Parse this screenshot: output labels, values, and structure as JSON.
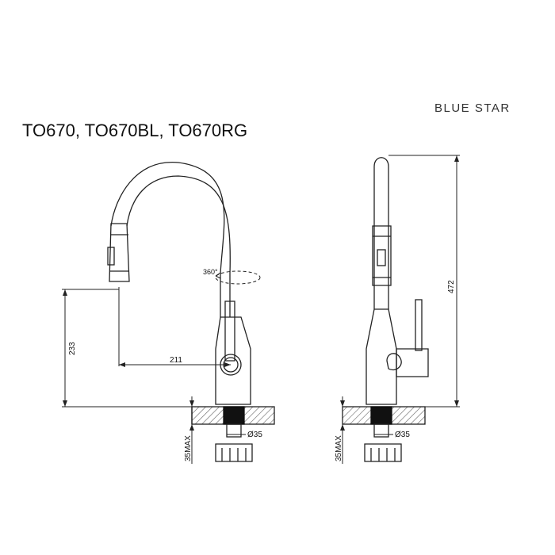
{
  "brand": "BLUE STAR",
  "models": "TO670, TO670BL, TO670RG",
  "dimensions": {
    "rotation": "360°",
    "spout_height": "233",
    "reach": "211",
    "total_height": "472",
    "hole_diameter": "Ø35",
    "hole_diameter_side": "Ø35",
    "max_thickness": "35MAX",
    "max_thickness_side": "35MAX"
  }
}
